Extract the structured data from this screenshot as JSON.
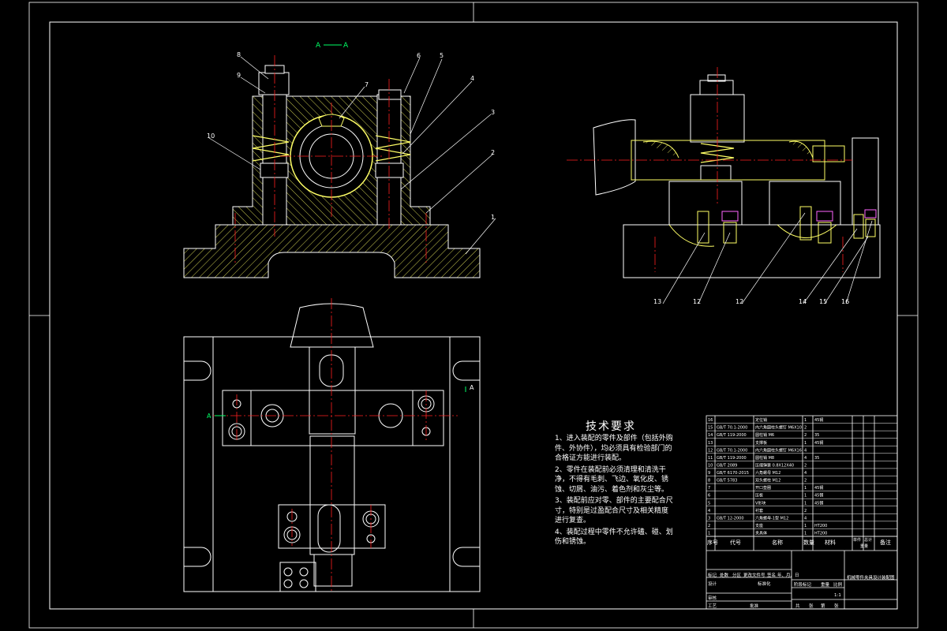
{
  "drawing": {
    "type": "CAD assembly drawing (fixture)",
    "background": "#000000",
    "colors": {
      "frame": "#ffffff",
      "outline": "#ffffff",
      "hatch": "#ffff66",
      "centerline": "#ff2020",
      "leader": "#ffffff",
      "fastener": "#ff66ff",
      "section_mark": "#00ff66"
    }
  },
  "section_mark": {
    "label": "A—A",
    "arrow_left": "A",
    "arrow_right": "A"
  },
  "balloons": {
    "front_view": [
      "8",
      "9",
      "10",
      "7",
      "6",
      "5",
      "4",
      "3",
      "2",
      "1"
    ],
    "side_view": [
      "13",
      "12",
      "12",
      "14",
      "15",
      "16"
    ]
  },
  "technical_requirements": {
    "title": "技术要求",
    "items": [
      "1、进入装配的零件及部件（包括外购件、外协件），均必须具有检验部门的合格证方能进行装配。",
      "2、零件在装配前必须清理和清洗干净，不得有毛刺、飞边、氧化皮、锈蚀、切屑、油污、着色剂和灰尘等。",
      "3、装配前应对零、部件的主要配合尺寸，特别是过盈配合尺寸及相关精度进行复查。",
      "4、装配过程中零件不允许磕、碰、划伤和锈蚀。"
    ]
  },
  "title_block": {
    "header": [
      "序号",
      "代号",
      "名称",
      "数量",
      "材料",
      "单件",
      "总计",
      "备注"
    ],
    "weight_label": "重量",
    "drawing_name": "机械零件夹具设计装配图",
    "scale": "1:1",
    "rows": [
      [
        "16",
        "",
        "定位销",
        "1",
        "45钢",
        "",
        "",
        ""
      ],
      [
        "15",
        "GB/T 70.1-2000",
        "内六角圆柱头螺钉 M6X10",
        "2",
        "",
        "",
        "",
        ""
      ],
      [
        "14",
        "GB/T 119-2000",
        "圆柱销 M6",
        "2",
        "35",
        "",
        "",
        ""
      ],
      [
        "13",
        "",
        "支撑板",
        "1",
        "45钢",
        "",
        "",
        ""
      ],
      [
        "12",
        "GB/T 70.1-2000",
        "内六角圆柱头螺钉 M6X16",
        "4",
        "",
        "",
        "",
        ""
      ],
      [
        "11",
        "GB/T 119-2000",
        "圆柱销 M8",
        "4",
        "35",
        "",
        "",
        ""
      ],
      [
        "10",
        "GB/T 2089",
        "压缩弹簧 0.8X12X40",
        "2",
        "",
        "",
        "",
        ""
      ],
      [
        "9",
        "GB/T 6170-2015",
        "六角螺母 M12",
        "4",
        "",
        "",
        "",
        ""
      ],
      [
        "8",
        "GB/T 5783",
        "双头螺柱 M12",
        "2",
        "",
        "",
        "",
        ""
      ],
      [
        "7",
        "",
        "开口垫圈",
        "1",
        "45钢",
        "",
        "",
        ""
      ],
      [
        "6",
        "",
        "压板",
        "1",
        "45钢",
        "",
        "",
        ""
      ],
      [
        "5",
        "",
        "V形块",
        "1",
        "45钢",
        "",
        "",
        ""
      ],
      [
        "4",
        "",
        "衬套",
        "2",
        "",
        "",
        "",
        ""
      ],
      [
        "3",
        "GB/T 12-2000",
        "六角螺母-1型 M12",
        "4",
        "",
        "",
        "",
        ""
      ],
      [
        "2",
        "",
        "支座",
        "1",
        "HT200",
        "",
        "",
        ""
      ],
      [
        "1",
        "",
        "夹具体",
        "1",
        "HT200",
        "",
        "",
        ""
      ]
    ],
    "lower": {
      "labels": [
        "标记",
        "处数",
        "分区",
        "更改文件号",
        "签名",
        "年、月、日"
      ],
      "roles": [
        "设计",
        "审核",
        "工艺"
      ],
      "stage_labels": [
        "阶段标记",
        "重量",
        "比例"
      ],
      "sheet_labels": [
        "共",
        "张",
        "第",
        "张"
      ],
      "std_label": "标准化",
      "approve_label": "批准"
    }
  }
}
